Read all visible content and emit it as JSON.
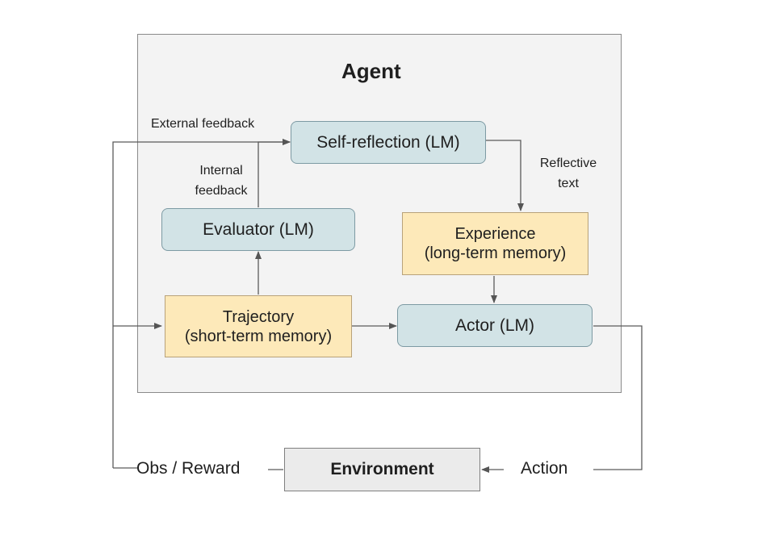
{
  "agent": {
    "title": "Agent"
  },
  "nodes": {
    "self_reflection": "Self-reflection (LM)",
    "evaluator": "Evaluator (LM)",
    "experience": [
      "Experience",
      "(long-term memory)"
    ],
    "trajectory": [
      "Trajectory",
      "(short-term memory)"
    ],
    "actor": "Actor (LM)",
    "environment": "Environment"
  },
  "edge_labels": {
    "external_feedback": "External feedback",
    "internal_feedback": [
      "Internal",
      "feedback"
    ],
    "reflective_text": [
      "Reflective",
      "text"
    ],
    "obs_reward": "Obs / Reward",
    "action": "Action"
  },
  "colors": {
    "lm_fill": "#d2e3e6",
    "memory_fill": "#fde9b9",
    "environment_fill": "#ebebeb",
    "agent_fill": "#f3f3f3"
  }
}
